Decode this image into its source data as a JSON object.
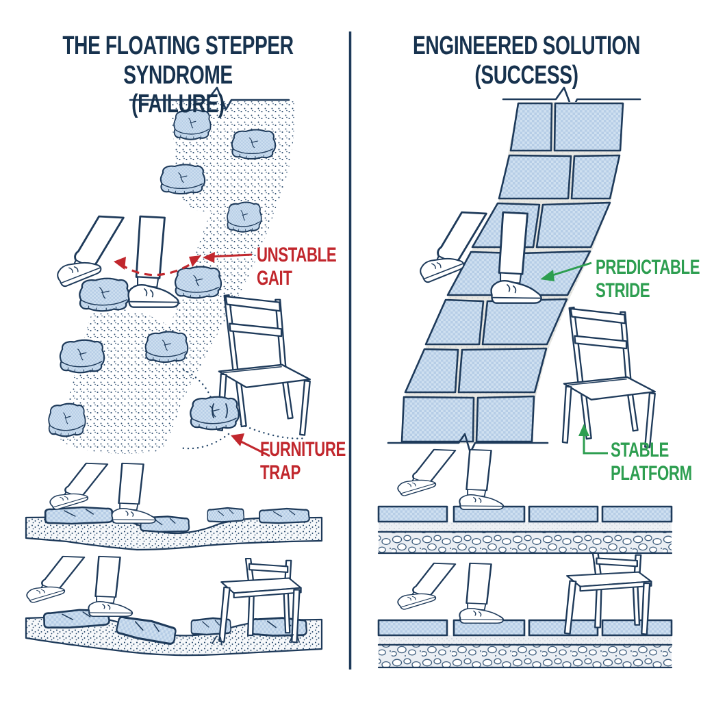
{
  "figure": {
    "left_panel": {
      "title_line1": "THE FLOATING STEPPER SYNDROME",
      "title_line2": "(FAILURE)",
      "annotations": {
        "unstable_gait": "UNSTABLE GAIT",
        "furniture_trap": "FURNITURE TRAP"
      }
    },
    "right_panel": {
      "title_line1": "ENGINEERED SOLUTION",
      "title_line2": "(SUCCESS)",
      "annotations": {
        "predictable_stride": "PREDICTABLE STRIDE",
        "stable_platform": "STABLE PLATFORM"
      }
    },
    "colors": {
      "outline_navy": "#1e3a5a",
      "title_navy": "#17324e",
      "failure_red": "#c1272d",
      "success_green": "#2d9e50",
      "stone_fill_light": "#cfe0f0",
      "stone_fill_dark": "#b6cde6",
      "mortar_gray": "#e8e8e4"
    }
  }
}
